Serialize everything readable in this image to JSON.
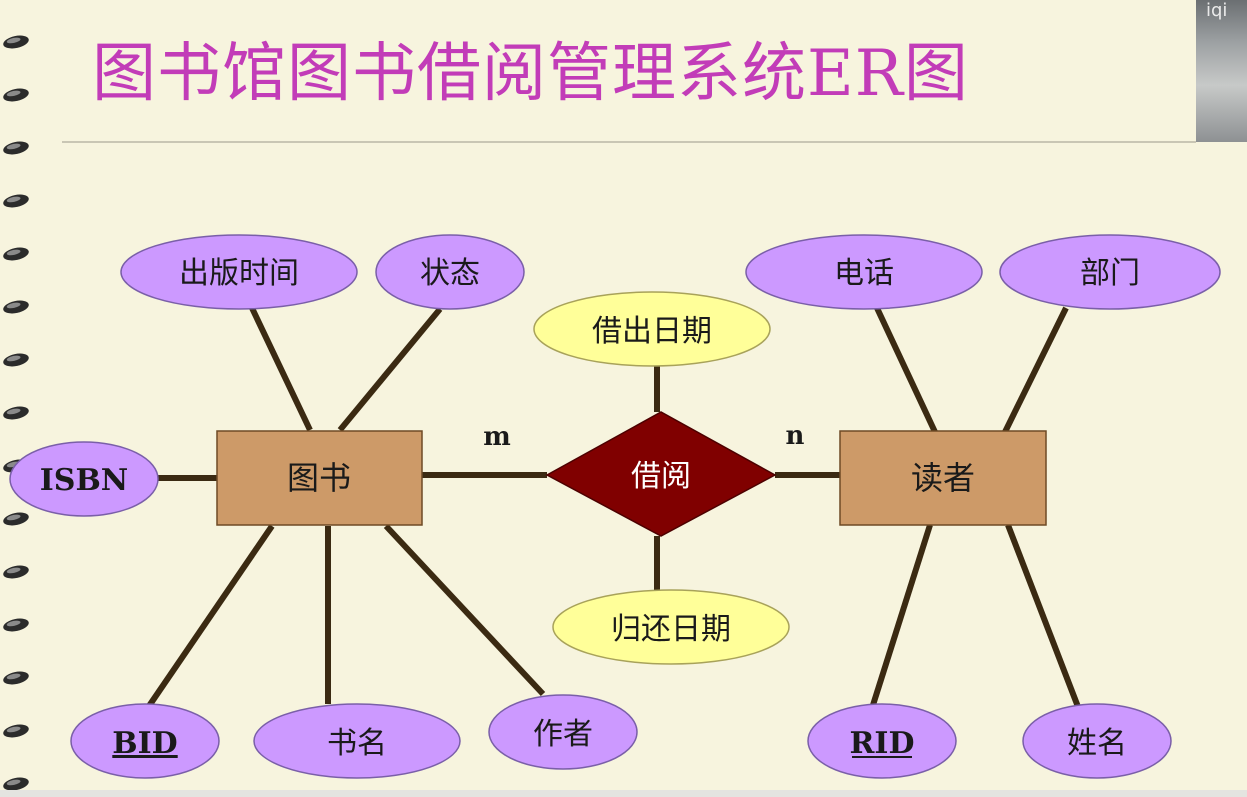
{
  "title": "图书馆图书借阅管理系统ER图",
  "camera_overlay_text": "iqi",
  "colors": {
    "title": "#c23cb8",
    "entity_fill": "#cd9a68",
    "relationship_fill": "#800000",
    "entity_attr_fill": "#cc99ff",
    "relation_attr_fill": "#ffff99",
    "line": "#3b2a12"
  },
  "entities": {
    "book": "图书",
    "reader": "读者"
  },
  "relationship": {
    "name": "借阅",
    "book_cardinality": "m",
    "reader_cardinality": "n"
  },
  "book_attributes": {
    "pub_time": "出版时间",
    "status": "状态",
    "isbn": "ISBN",
    "bid": "BID",
    "book_name": "书名",
    "author": "作者"
  },
  "relationship_attributes": {
    "borrow_date": "借出日期",
    "return_date": "归还日期"
  },
  "reader_attributes": {
    "phone": "电话",
    "department": "部门",
    "rid": "RID",
    "name": "姓名"
  }
}
